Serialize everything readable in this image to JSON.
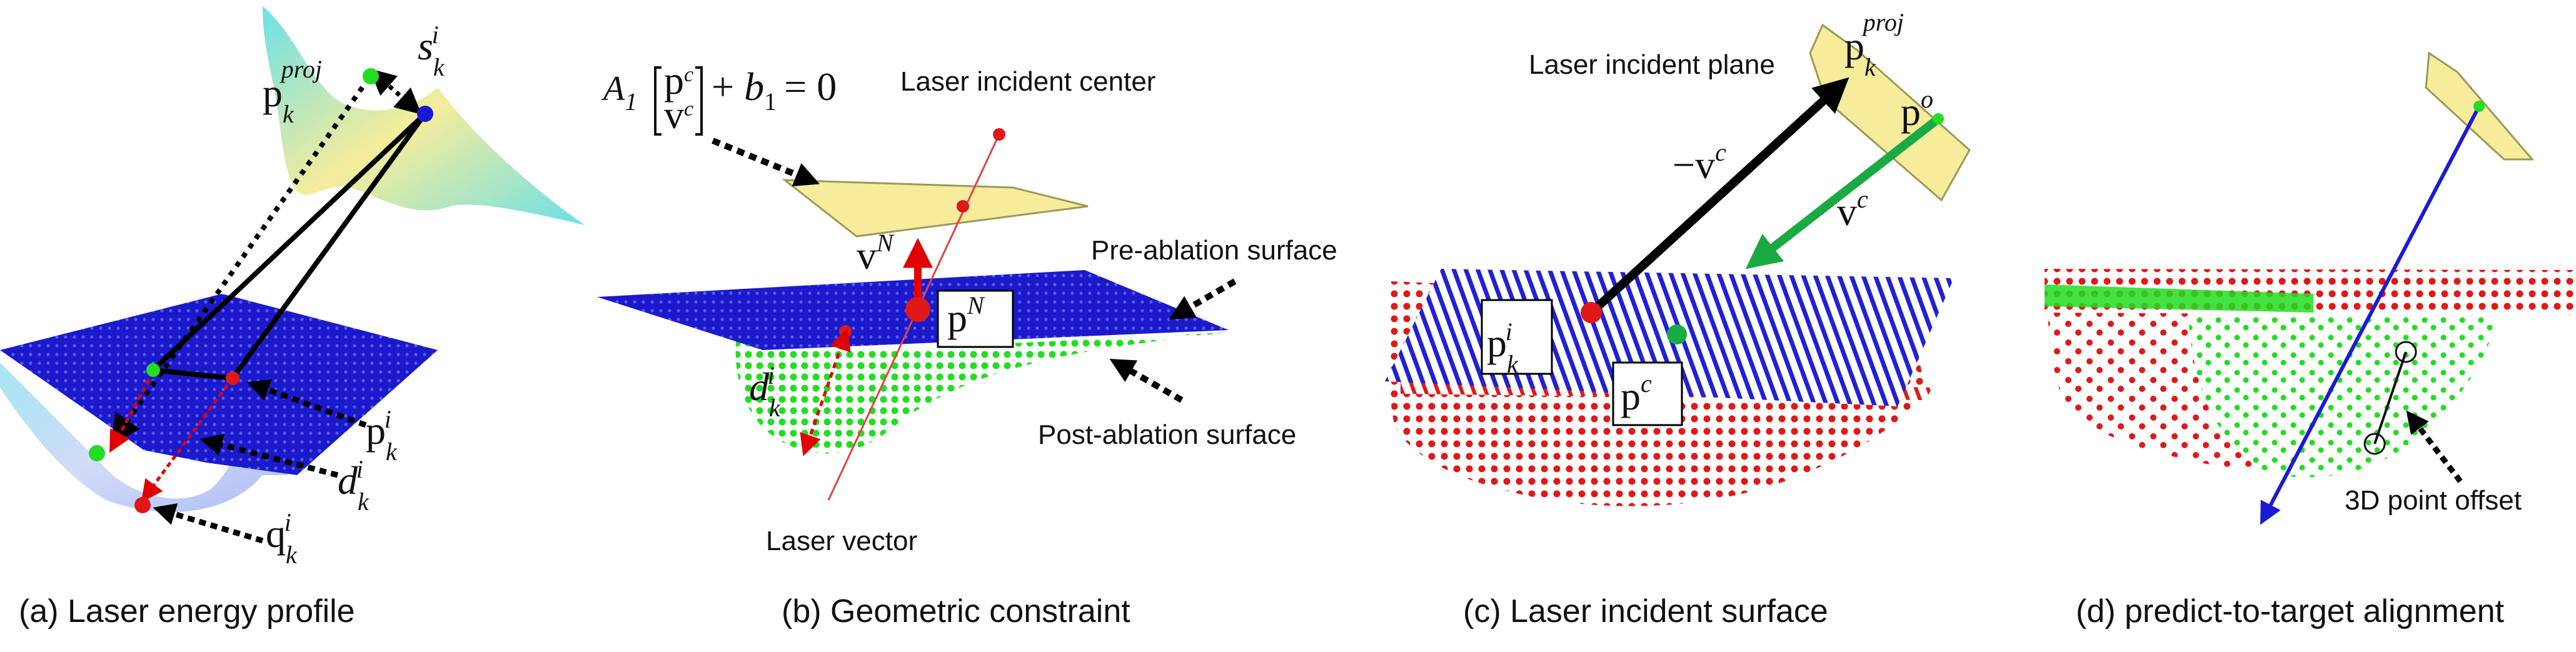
{
  "colors": {
    "pre_surface": "#1414c8",
    "post_surface": "#22dd22",
    "offset_points": "#e01818",
    "plane": "#f6ec9c",
    "plane_edge": "#9a9a58",
    "arrow_black": "#000000",
    "arrow_green": "#1aaa44",
    "arrow_red": "#e00000",
    "arrow_blue": "#1a1ad6"
  },
  "panel_a": {
    "caption": "(a) Laser energy profile",
    "p_proj": {
      "base": "p",
      "sub": "k",
      "sup": "proj"
    },
    "s": {
      "base": "s",
      "sub": "k",
      "sup": "i"
    },
    "p": {
      "base": "p",
      "sub": "k",
      "sup": "i"
    },
    "d": {
      "base": "d",
      "sub": "k",
      "sup": "i"
    },
    "q": {
      "base": "q",
      "sub": "k",
      "sup": "i"
    }
  },
  "panel_b": {
    "caption": "(b) Geometric constraint",
    "equation": {
      "a": "A",
      "a_sub": "1",
      "m_top": "p",
      "m_top_sup": "c",
      "m_bot": "v",
      "m_bot_sup": "c",
      "tail": "+ ",
      "b": "b",
      "b_sub": "1",
      "eq": "= 0"
    },
    "laser_center": "Laser incident center",
    "pre_surface": "Pre-ablation surface",
    "post_surface": "Post-ablation surface",
    "laser_vector": "Laser vector",
    "vN": {
      "base": "v",
      "sup": "N"
    },
    "pN": {
      "base": "p",
      "sup": "N"
    },
    "d": {
      "base": "d",
      "sub": "k",
      "sup": "i"
    }
  },
  "panel_c": {
    "caption": "(c) Laser incident surface",
    "plane_label": "Laser incident plane",
    "p_proj": {
      "base": "p",
      "sub": "k",
      "sup": "proj"
    },
    "po": {
      "base": "p",
      "sup": "o"
    },
    "neg_vc": {
      "base": "−v",
      "sup": "c"
    },
    "vc": {
      "base": "v",
      "sup": "c"
    },
    "p": {
      "base": "p",
      "sub": "k",
      "sup": "i"
    },
    "pc": {
      "base": "p",
      "sup": "c"
    }
  },
  "panel_d": {
    "caption": "(d) predict-to-target alignment",
    "offset_label": "3D point offset"
  }
}
